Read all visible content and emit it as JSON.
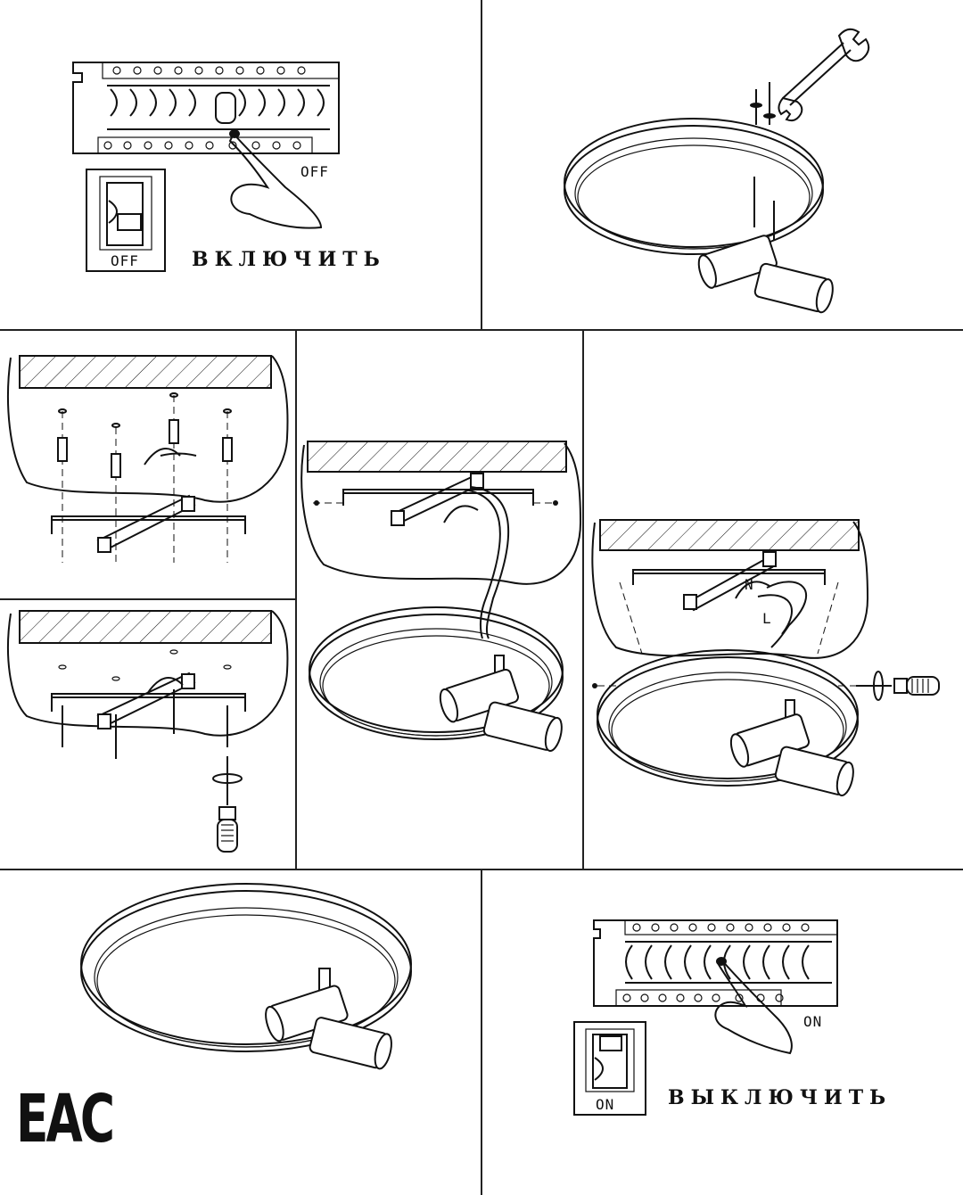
{
  "step1": {
    "breaker_state_label": "OFF",
    "switch_state_label": "OFF",
    "instruction": "ВКЛЮЧИТЬ"
  },
  "step8": {
    "breaker_state_label": "ON",
    "switch_state_label": "ON",
    "instruction": "ВЫКЛЮЧИТЬ"
  },
  "wiring": {
    "neutral_label": "N",
    "live_label": "L"
  },
  "certification": {
    "mark": "EAC"
  }
}
